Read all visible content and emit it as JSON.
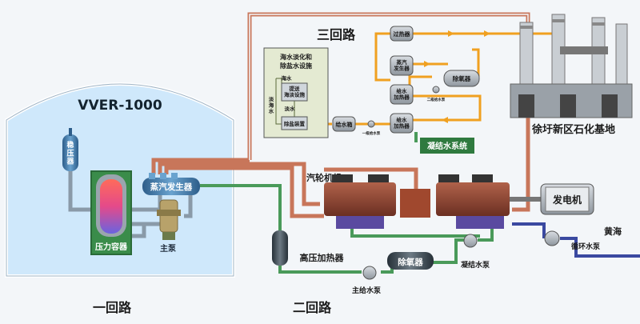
{
  "labels": {
    "reactor_title": "VVER-1000",
    "pressurizer": "稳\n压\n器",
    "pressure_vessel": "压力容器",
    "steam_generator": "蒸汽发生器",
    "main_pump": "主泵",
    "primary_loop": "一回路",
    "secondary_loop": "二回路",
    "tertiary_loop": "三回路",
    "turbine_unit": "汽轮机组",
    "generator": "发电机",
    "hp_heater": "高压加热器",
    "deaerator": "除氧器",
    "main_feed_pump": "主给水泵",
    "condensate_pump": "凝结水泵",
    "circ_pump": "循环水泵",
    "yellow_sea": "黄海",
    "desal_title_1": "海水淡化和",
    "desal_title_2": "除盐水设施",
    "seawater": "海水",
    "fresh_water_col": "淡\n海\n水",
    "fresh_water": "淡水",
    "desal_unit": "提送\n海淡设施",
    "demin_unit": "除盐装置",
    "feed_tank": "给水箱",
    "feed_pump_1": "一级给水泵",
    "superheater": "过热器",
    "steam_gen2": "蒸汽\n发生器",
    "feed_heater_a": "给水\n加热器",
    "feed_heater_b": "给水\n加热器",
    "deaerator2": "除氧器",
    "feed_pump_2": "二级给水泵",
    "condensate_system": "凝结水系统",
    "petrochem_base": "徐圩新区石化基地"
  },
  "colors": {
    "primary_pipe": "#8a9aa8",
    "steam_pipe": "#c8765a",
    "feed_pipe": "#4a9a5a",
    "sea_pipe": "#3a49a0",
    "third_loop_pipe": "#f0a020",
    "containment_fill": "#cfe8fb"
  }
}
